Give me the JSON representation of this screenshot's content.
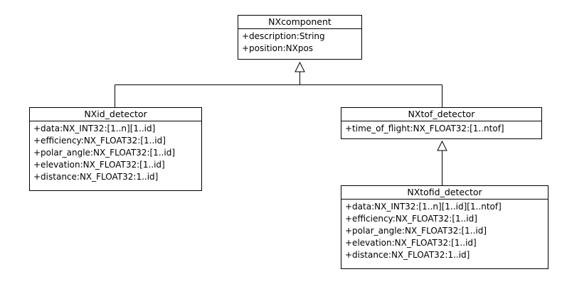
{
  "diagram": {
    "classes": [
      {
        "name": "NXcomponent",
        "attributes": [
          "+description:String",
          "+position:NXpos"
        ]
      },
      {
        "name": "NXid_detector",
        "attributes": [
          "+data:NX_INT32:[1..n][1..id]",
          "+efficiency:NX_FLOAT32:[1..id]",
          "+polar_angle:NX_FLOAT32:[1..id]",
          "+elevation:NX_FLOAT32:[1..id]",
          "+distance:NX_FLOAT32:1..id]"
        ]
      },
      {
        "name": "NXtof_detector",
        "attributes": [
          "+time_of_flight:NX_FLOAT32:[1..ntof]"
        ]
      },
      {
        "name": "NXtofid_detector",
        "attributes": [
          "+data:NX_INT32:[1..n][1..id][1..ntof]",
          "+efficiency:NX_FLOAT32:[1..id]",
          "+polar_angle:NX_FLOAT32:[1..id]",
          "+elevation:NX_FLOAT32:[1..id]",
          "+distance:NX_FLOAT32:1..id]"
        ]
      }
    ],
    "relationships": [
      {
        "type": "generalization",
        "child": "NXid_detector",
        "parent": "NXcomponent"
      },
      {
        "type": "generalization",
        "child": "NXtof_detector",
        "parent": "NXcomponent"
      },
      {
        "type": "generalization",
        "child": "NXtofid_detector",
        "parent": "NXtof_detector"
      }
    ]
  }
}
